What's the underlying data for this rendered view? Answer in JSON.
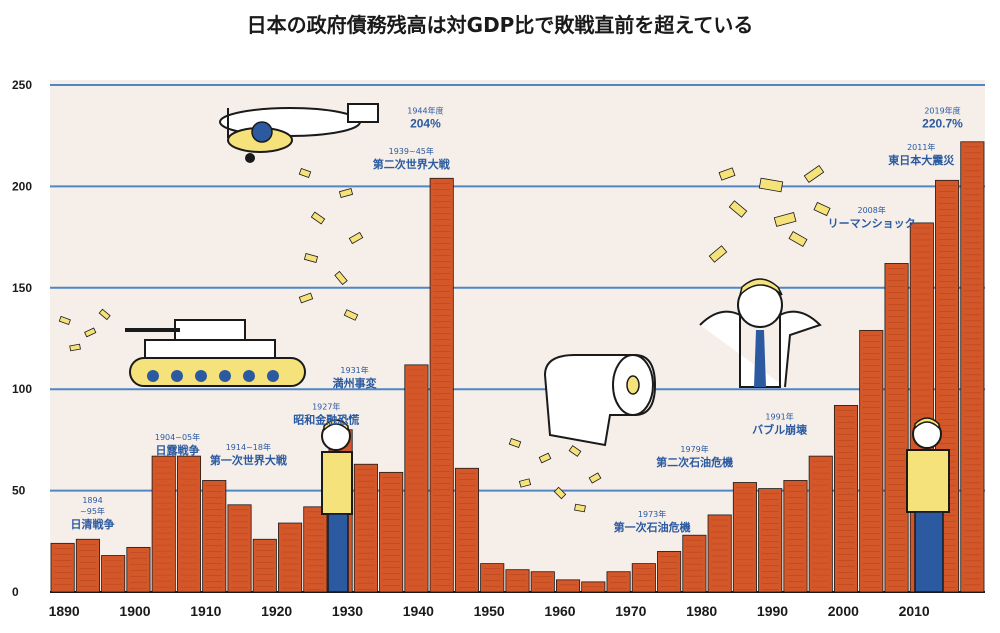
{
  "chart_data": {
    "type": "bar",
    "title": "日本の政府債務残高は対GDP比で敗戦直前を超えている",
    "xlabel": "",
    "ylabel": "",
    "ylim": [
      0,
      250
    ],
    "yticks": [
      0,
      50,
      100,
      150,
      200,
      250
    ],
    "xticks": [
      1890,
      1900,
      1910,
      1920,
      1930,
      1940,
      1950,
      1960,
      1970,
      1980,
      1990,
      2000,
      2010
    ],
    "xlim": [
      1888,
      2020
    ],
    "grid": true,
    "bar_color": "#d4572a",
    "grid_color": "#4f86c6",
    "background_color": "#f5eee9",
    "annotation_color": "#2b5aa0",
    "x": [
      1890,
      1894,
      1897,
      1900,
      1904,
      1908,
      1911,
      1915,
      1918,
      1922,
      1925,
      1929,
      1933,
      1936,
      1940,
      1944,
      1947,
      1951,
      1955,
      1958,
      1962,
      1966,
      1969,
      1973,
      1977,
      1980,
      1984,
      1988,
      1991,
      1995,
      1998,
      2002,
      2006,
      2009,
      2013,
      2017
    ],
    "values": [
      24,
      26,
      18,
      22,
      67,
      67,
      55,
      43,
      26,
      34,
      42,
      80,
      63,
      59,
      112,
      204,
      61,
      14,
      11,
      10,
      6,
      5,
      10,
      14,
      20,
      28,
      38,
      54,
      51,
      55,
      67,
      92,
      129,
      162,
      182,
      203,
      222
    ],
    "annotations": [
      {
        "year": "1894",
        "year2": "~95年",
        "label": "日清戦争",
        "x": 1894,
        "y": 44
      },
      {
        "year": "1904~05年",
        "label": "日露戦争",
        "x": 1906,
        "y": 75
      },
      {
        "year": "1914~18年",
        "label": "第一次世界大戦",
        "x": 1916,
        "y": 70
      },
      {
        "year": "1927年",
        "label": "昭和金融恐慌",
        "x": 1927,
        "y": 90
      },
      {
        "year": "1931年",
        "label": "満州事変",
        "x": 1931,
        "y": 108
      },
      {
        "year": "1939~45年",
        "label": "第二次世界大戦",
        "x": 1939,
        "y": 216
      },
      {
        "year": "1944年度",
        "value": "204%",
        "x": 1941,
        "y": 236
      },
      {
        "year": "1973年",
        "label": "第一次石油危機",
        "x": 1973,
        "y": 37
      },
      {
        "year": "1979年",
        "label": "第二次石油危機",
        "x": 1979,
        "y": 69
      },
      {
        "year": "1991年",
        "label": "バブル崩壊",
        "x": 1991,
        "y": 85
      },
      {
        "year": "2008年",
        "label": "リーマンショック",
        "x": 2004,
        "y": 187
      },
      {
        "year": "2011年",
        "label": "東日本大震災",
        "x": 2011,
        "y": 218
      },
      {
        "year": "2019年度",
        "value": "220.7%",
        "x": 2014,
        "y": 236
      }
    ]
  },
  "illustrations": {
    "airplane": "airplane-illustration",
    "tank": "tank-illustration",
    "toilet_paper": "toilet-paper-illustration",
    "man_worried": "worried-man-illustration",
    "man_thinking_1930s": "thinking-man-illustration",
    "man_thinking_2010s": "thinking-man-illustration",
    "money_bills": "money-bills-illustration"
  }
}
